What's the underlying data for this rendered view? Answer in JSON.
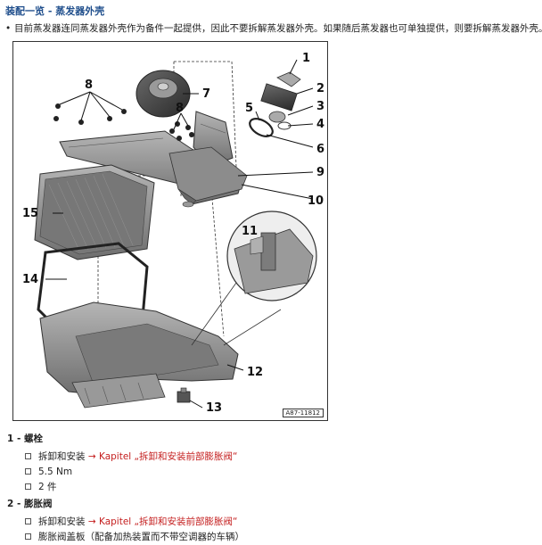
{
  "title": "装配一览 - 蒸发器外壳",
  "intro": {
    "bullet": "•",
    "text": "目前蒸发器连同蒸发器外壳作为备件一起提供，因此不要拆解蒸发器外壳。如果随后蒸发器也可单独提供，则要拆解蒸发器外壳。"
  },
  "figure": {
    "reference": "A87-11812",
    "callouts": [
      "1",
      "2",
      "3",
      "4",
      "5",
      "6",
      "7",
      "8",
      "8",
      "9",
      "10",
      "11",
      "12",
      "13",
      "14",
      "15"
    ]
  },
  "items": [
    {
      "number": "1 -",
      "name": "螺栓",
      "subs": [
        {
          "text": "拆卸和安装",
          "arrow": "→",
          "link": "Kapitel „拆卸和安装前部膨胀阀“"
        },
        {
          "text": "5.5 Nm"
        },
        {
          "text": "2 件"
        }
      ]
    },
    {
      "number": "2 -",
      "name": "膨胀阀",
      "subs": [
        {
          "text": "拆卸和安装",
          "arrow": "→",
          "link": "Kapitel „拆卸和安装前部膨胀阀“"
        },
        {
          "text": "膨胀阀盖板（配备加热装置而不带空调器的车辆）"
        }
      ]
    }
  ],
  "colors": {
    "title": "#1f4e8c",
    "link": "#c41e1e",
    "text": "#222222",
    "part_fill": "#8a8a8a"
  }
}
